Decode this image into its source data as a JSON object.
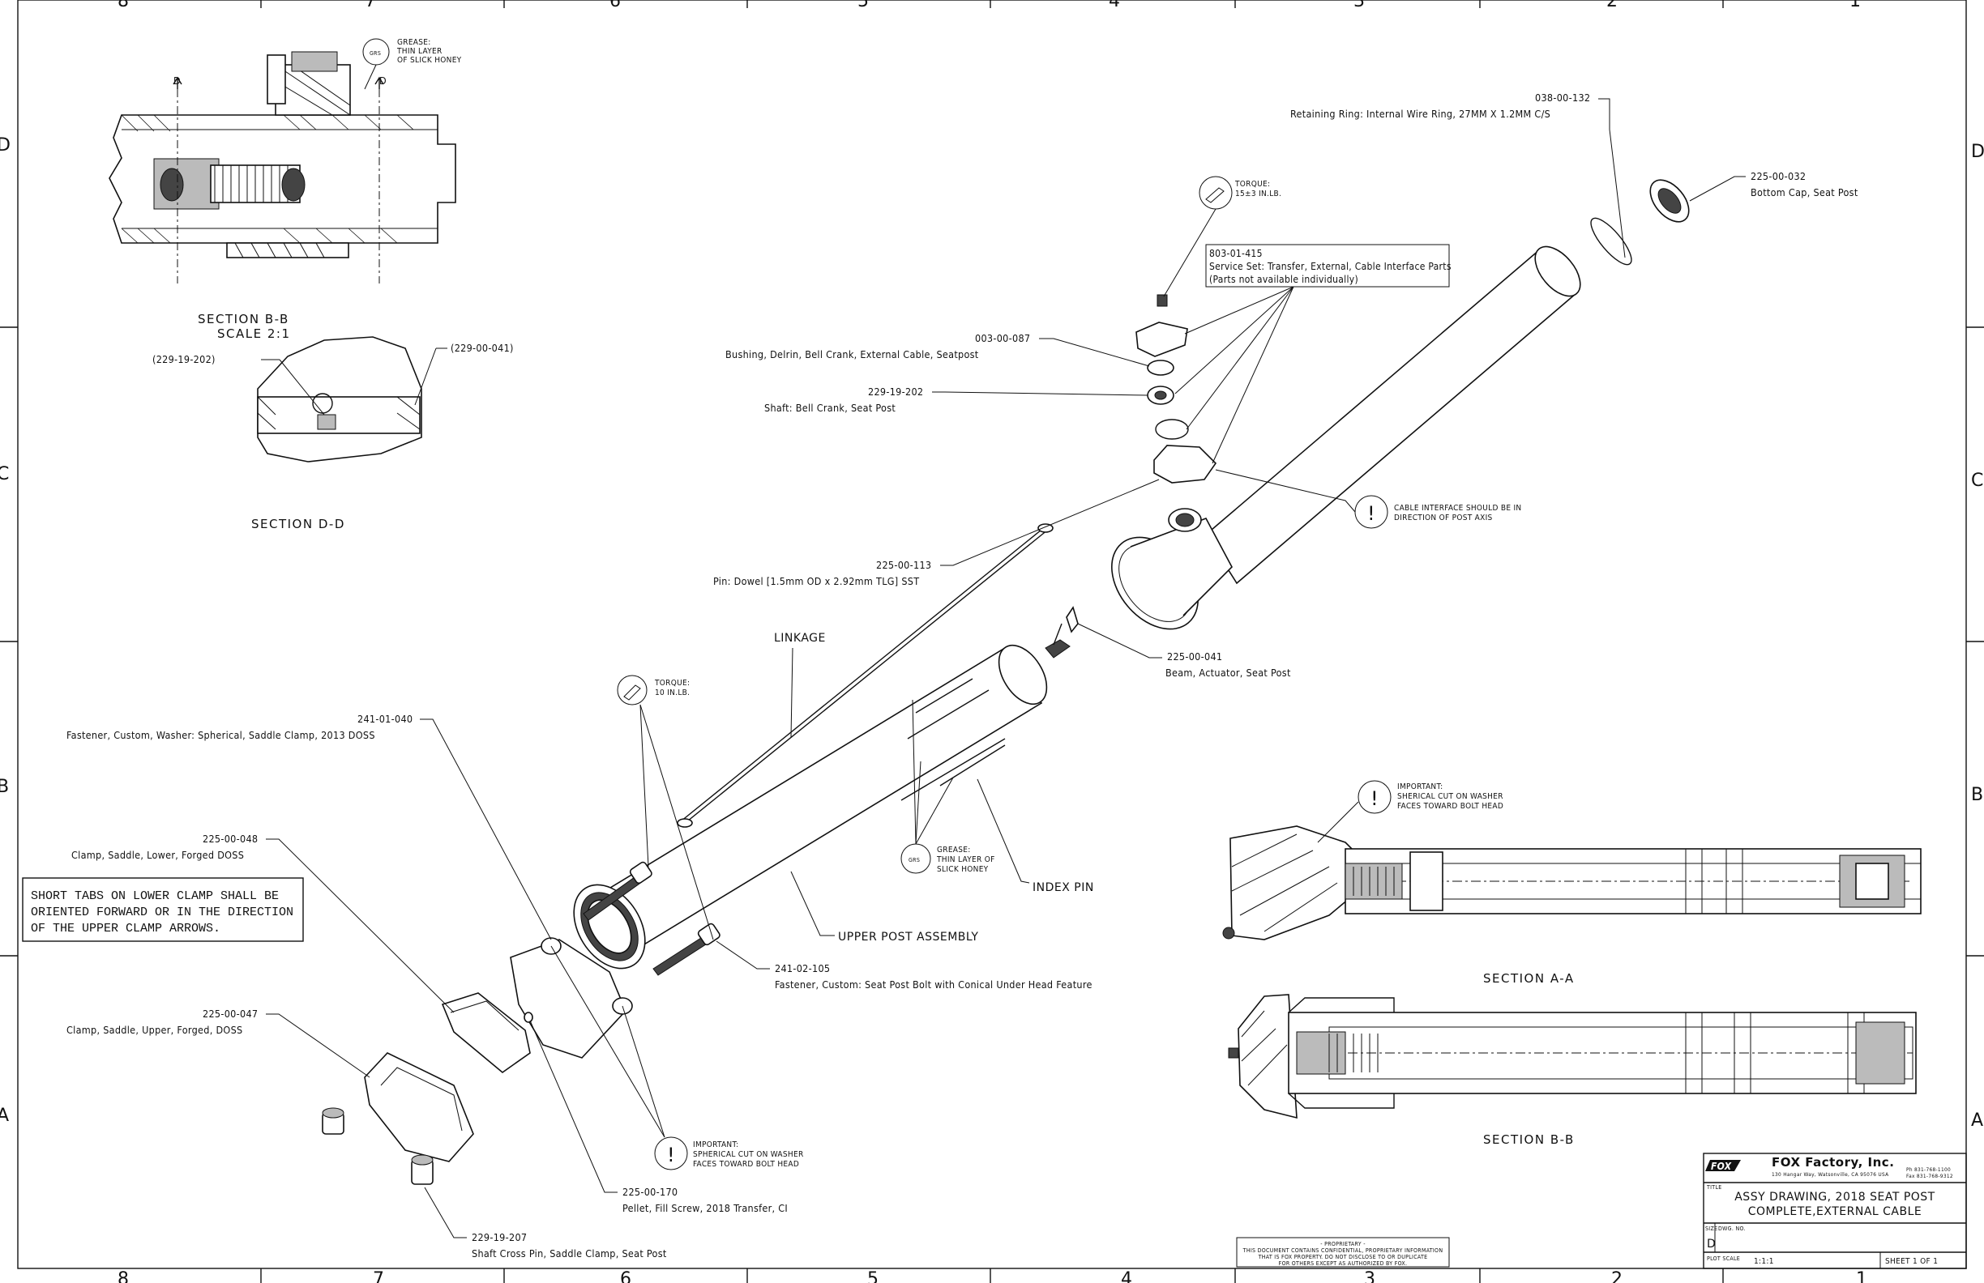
{
  "zones_top": [
    "8",
    "7",
    "6",
    "5",
    "4",
    "3",
    "2",
    "1"
  ],
  "zones_bottom": [
    "8",
    "7",
    "6",
    "5",
    "4",
    "3",
    "2",
    "1"
  ],
  "zones_left": [
    "D",
    "C",
    "B",
    "A"
  ],
  "zones_right": [
    "D",
    "C",
    "B",
    "A"
  ],
  "section_views": {
    "bb_detail_title": "SECTION  B-B",
    "bb_detail_scale": "SCALE  2:1",
    "bb_cut_left": "D",
    "bb_cut_right": "D",
    "dd_title": "SECTION  D-D",
    "dd_left_ref": "(229-19-202)",
    "dd_right_ref": "(229-00-041)",
    "aa_title": "SECTION  A-A",
    "bb_title": "SECTION  B-B",
    "grease_top": [
      "GREASE:",
      "THIN LAYER",
      "OF SLICK HONEY"
    ]
  },
  "callouts": {
    "retaining_ring_pn": "038-00-132",
    "retaining_ring_desc": "Retaining Ring: Internal Wire Ring, 27MM X 1.2MM C/S",
    "bottom_cap_pn": "225-00-032",
    "bottom_cap_desc": "Bottom Cap, Seat Post",
    "torque_top": [
      "TORQUE:",
      "15±3 IN.LB."
    ],
    "service_set": [
      "803-01-415",
      "Service Set: Transfer, External, Cable Interface Parts",
      "(Parts not available individually)"
    ],
    "bushing_pn": "003-00-087",
    "bushing_desc": "Bushing, Delrin, Bell Crank, External Cable, Seatpost",
    "shaft_pn": "229-19-202",
    "shaft_desc": "Shaft: Bell Crank, Seat Post",
    "cable_note": [
      "CABLE INTERFACE SHOULD BE IN",
      "DIRECTION OF POST AXIS"
    ],
    "pin_pn": "225-00-113",
    "pin_desc": "Pin: Dowel [1.5mm OD x 2.92mm TLG] SST",
    "linkage": "LINKAGE",
    "beam_pn": "225-00-041",
    "beam_desc": "Beam, Actuator, Seat Post",
    "torque_mid": [
      "TORQUE:",
      "10 IN.LB."
    ],
    "fastener_washer_pn": "241-01-040",
    "fastener_washer_desc": "Fastener, Custom, Washer: Spherical, Saddle Clamp, 2013 DOSS",
    "clamp_lower_pn": "225-00-048",
    "clamp_lower_desc": "Clamp, Saddle, Lower, Forged DOSS",
    "short_tabs_note": [
      "SHORT TABS ON LOWER CLAMP SHALL BE",
      "ORIENTED FORWARD OR IN THE DIRECTION",
      "OF THE UPPER CLAMP ARROWS."
    ],
    "grease_mid": [
      "GREASE:",
      "THIN LAYER OF",
      "SLICK HONEY"
    ],
    "index_pin": "INDEX PIN",
    "upper_post": "UPPER POST ASSEMBLY",
    "bolt_pn": "241-02-105",
    "bolt_desc": "Fastener, Custom: Seat Post Bolt with Conical Under Head Feature",
    "clamp_upper_pn": "225-00-047",
    "clamp_upper_desc": "Clamp, Saddle, Upper, Forged, DOSS",
    "important_washer_bottom": [
      "IMPORTANT:",
      "SPHERICAL CUT ON WASHER",
      "FACES TOWARD BOLT HEAD"
    ],
    "important_washer_right": [
      "IMPORTANT:",
      "SHERICAL CUT ON WASHER",
      "FACES TOWARD BOLT HEAD"
    ],
    "pellet_pn": "225-00-170",
    "pellet_desc": "Pellet, Fill Screw, 2018 Transfer, CI",
    "cross_pin_pn": "229-19-207",
    "cross_pin_desc": "Shaft Cross Pin, Saddle Clamp, Seat Post"
  },
  "proprietary": [
    "- PROPRIETARY -",
    "THIS DOCUMENT CONTAINS CONFIDENTIAL, PROPRIETARY INFORMATION",
    "THAT IS FOX PROPERTY.  DO NOT DISCLOSE TO OR DUPLICATE",
    "FOR OTHERS EXCEPT AS AUTHORIZED BY FOX."
  ],
  "title_block": {
    "logo": "FOX",
    "company": "FOX Factory, Inc.",
    "address": "130 Hangar Way, Watsonville, CA 95076 USA",
    "phone": "Ph 831-768-1100",
    "fax": "Fax 831-768-9312",
    "title_label": "TITLE",
    "title_1": "ASSY DRAWING, 2018 SEAT POST",
    "title_2": "COMPLETE,EXTERNAL CABLE",
    "size_label": "SIZE",
    "size": "D",
    "dwg_label": "DWG. NO.",
    "plot_scale_label": "PLOT SCALE",
    "plot_scale": "1:1:1",
    "sheet": "SHEET  1 OF 1"
  }
}
